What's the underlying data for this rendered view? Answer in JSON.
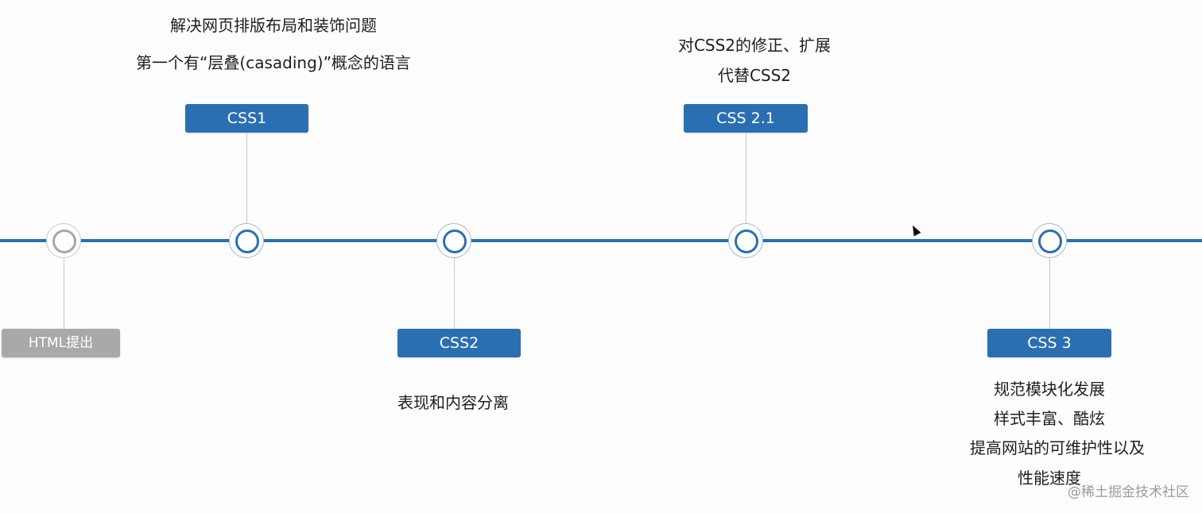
{
  "timeline": {
    "line_color": "#2b6fb3",
    "milestones": [
      {
        "id": "html",
        "label": "HTML提出",
        "status_color": "#a9a9a9",
        "descriptions": []
      },
      {
        "id": "css1",
        "label": "CSS1",
        "status_color": "#2b6fb3",
        "descriptions": [
          "解决网页排版布局和装饰问题",
          "第一个有“层叠(casading)”概念的语言"
        ]
      },
      {
        "id": "css2",
        "label": "CSS2",
        "status_color": "#2b6fb3",
        "descriptions": [
          "表现和内容分离"
        ]
      },
      {
        "id": "css21",
        "label": "CSS 2.1",
        "status_color": "#2b6fb3",
        "descriptions": [
          "对CSS2的修正、扩展",
          "代替CSS2"
        ]
      },
      {
        "id": "css3",
        "label": "CSS 3",
        "status_color": "#2b6fb3",
        "descriptions": [
          "规范模块化发展",
          "样式丰富、酷炫",
          "提高网站的可维护性以及",
          "性能速度"
        ]
      }
    ]
  },
  "watermark": "@稀土掘金技术社区"
}
